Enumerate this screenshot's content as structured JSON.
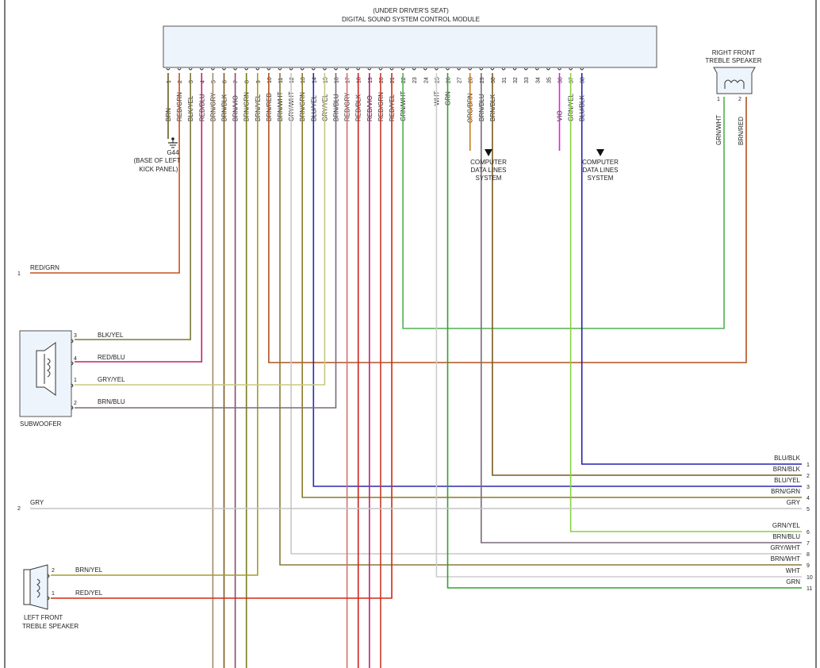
{
  "module": {
    "title_top": "(UNDER DRIVER'S SEAT)",
    "title_main": "DIGITAL SOUND SYSTEM CONTROL MODULE"
  },
  "pins": [
    {
      "n": "1",
      "label": "BRN",
      "color": "#6b5a1e"
    },
    {
      "n": "2",
      "label": "RED/GRN",
      "color": "#c8501e"
    },
    {
      "n": "3",
      "label": "BLK/YEL",
      "color": "#7a7a3a"
    },
    {
      "n": "4",
      "label": "RED/BLU",
      "color": "#c0206a"
    },
    {
      "n": "5",
      "label": "BRN/GRY",
      "color": "#a08a6a"
    },
    {
      "n": "6",
      "label": "BRN/BLK",
      "color": "#7a5a1e"
    },
    {
      "n": "7",
      "label": "BRN/VIO",
      "color": "#8a4a6a"
    },
    {
      "n": "8",
      "label": "BRN/GRN",
      "color": "#7a7a1e"
    },
    {
      "n": "9",
      "label": "BRN/YEL",
      "color": "#a89a2a"
    },
    {
      "n": "10",
      "label": "BRN/RED",
      "color": "#b0501e"
    },
    {
      "n": "11",
      "label": "BRN/WHT",
      "color": "#8a7a3a"
    },
    {
      "n": "12",
      "label": "GRY/WHT",
      "color": "#c8c8c8"
    },
    {
      "n": "13",
      "label": "BRN/GRN",
      "color": "#8a7a2a"
    },
    {
      "n": "14",
      "label": "BLU/YEL",
      "color": "#2a2ab0"
    },
    {
      "n": "15",
      "label": "GRY/YEL",
      "color": "#c8c880"
    },
    {
      "n": "16",
      "label": "BRN/BLU",
      "color": "#7a6a7a"
    },
    {
      "n": "17",
      "label": "RED/GRY",
      "color": "#d07070"
    },
    {
      "n": "18",
      "label": "RED/BLK",
      "color": "#c82020"
    },
    {
      "n": "19",
      "label": "RED/VIO",
      "color": "#c0207a"
    },
    {
      "n": "20",
      "label": "RED/GRN",
      "color": "#c83a2a"
    },
    {
      "n": "21",
      "label": "RED/YEL",
      "color": "#d02a10"
    },
    {
      "n": "22",
      "label": "GRN/WHT",
      "color": "#50b050"
    },
    {
      "n": "23",
      "label": "",
      "color": ""
    },
    {
      "n": "24",
      "label": "",
      "color": ""
    },
    {
      "n": "25",
      "label": "WHT",
      "color": "#cccccc"
    },
    {
      "n": "26",
      "label": "GRN",
      "color": "#30a030"
    },
    {
      "n": "27",
      "label": "",
      "color": ""
    },
    {
      "n": "28",
      "label": "ORG/BRN",
      "color": "#c87a1e"
    },
    {
      "n": "29",
      "label": "BRN/BLU",
      "color": "#7a6a7a"
    },
    {
      "n": "30",
      "label": "BRN/BLK",
      "color": "#7a5a1e"
    },
    {
      "n": "31",
      "label": "",
      "color": ""
    },
    {
      "n": "32",
      "label": "",
      "color": ""
    },
    {
      "n": "33",
      "label": "",
      "color": ""
    },
    {
      "n": "34",
      "label": "",
      "color": ""
    },
    {
      "n": "35",
      "label": "",
      "color": ""
    },
    {
      "n": "36",
      "label": "VIO",
      "color": "#e020e0"
    },
    {
      "n": "37",
      "label": "GRN/YEL",
      "color": "#8ad040"
    },
    {
      "n": "38",
      "label": "BLU/BLK",
      "color": "#2020b0"
    }
  ],
  "ground": {
    "name": "G44",
    "line1": "(BASE OF LEFT",
    "line2": "KICK PANEL)"
  },
  "computer_data": [
    {
      "line1": "COMPUTER",
      "line2": "DATA LINES",
      "line3": "SYSTEM"
    },
    {
      "line1": "COMPUTER",
      "line2": "DATA LINES",
      "line3": "SYSTEM"
    }
  ],
  "right_speaker": {
    "line1": "RIGHT FRONT",
    "line2": "TREBLE SPEAKER",
    "pins": [
      {
        "n": "1",
        "label": "GRN/WHT"
      },
      {
        "n": "2",
        "label": "BRN/RED"
      }
    ]
  },
  "left_conn1": {
    "n": "1",
    "label": "RED/GRN"
  },
  "left_conn2": {
    "n": "2",
    "label": "GRY"
  },
  "subwoofer": {
    "name": "SUBWOOFER",
    "pins": [
      {
        "n": "3",
        "label": "BLK/YEL"
      },
      {
        "n": "4",
        "label": "RED/BLU"
      },
      {
        "n": "1",
        "label": "GRY/YEL"
      },
      {
        "n": "2",
        "label": "BRN/BLU"
      }
    ]
  },
  "left_speaker": {
    "line1": "LEFT FRONT",
    "line2": "TREBLE SPEAKER",
    "pins": [
      {
        "n": "2",
        "label": "BRN/YEL"
      },
      {
        "n": "1",
        "label": "RED/YEL"
      }
    ]
  },
  "right_conn": [
    {
      "n": "1",
      "label": "BLU/BLK"
    },
    {
      "n": "2",
      "label": "BRN/BLK"
    },
    {
      "n": "3",
      "label": "BLU/YEL"
    },
    {
      "n": "4",
      "label": "BRN/GRN"
    },
    {
      "n": "5",
      "label": "GRY"
    },
    {
      "n": "6",
      "label": "GRN/YEL"
    },
    {
      "n": "7",
      "label": "BRN/BLU"
    },
    {
      "n": "8",
      "label": "GRY/WHT"
    },
    {
      "n": "9",
      "label": "BRN/WHT"
    },
    {
      "n": "10",
      "label": "WHT"
    },
    {
      "n": "11",
      "label": "GRN"
    }
  ]
}
